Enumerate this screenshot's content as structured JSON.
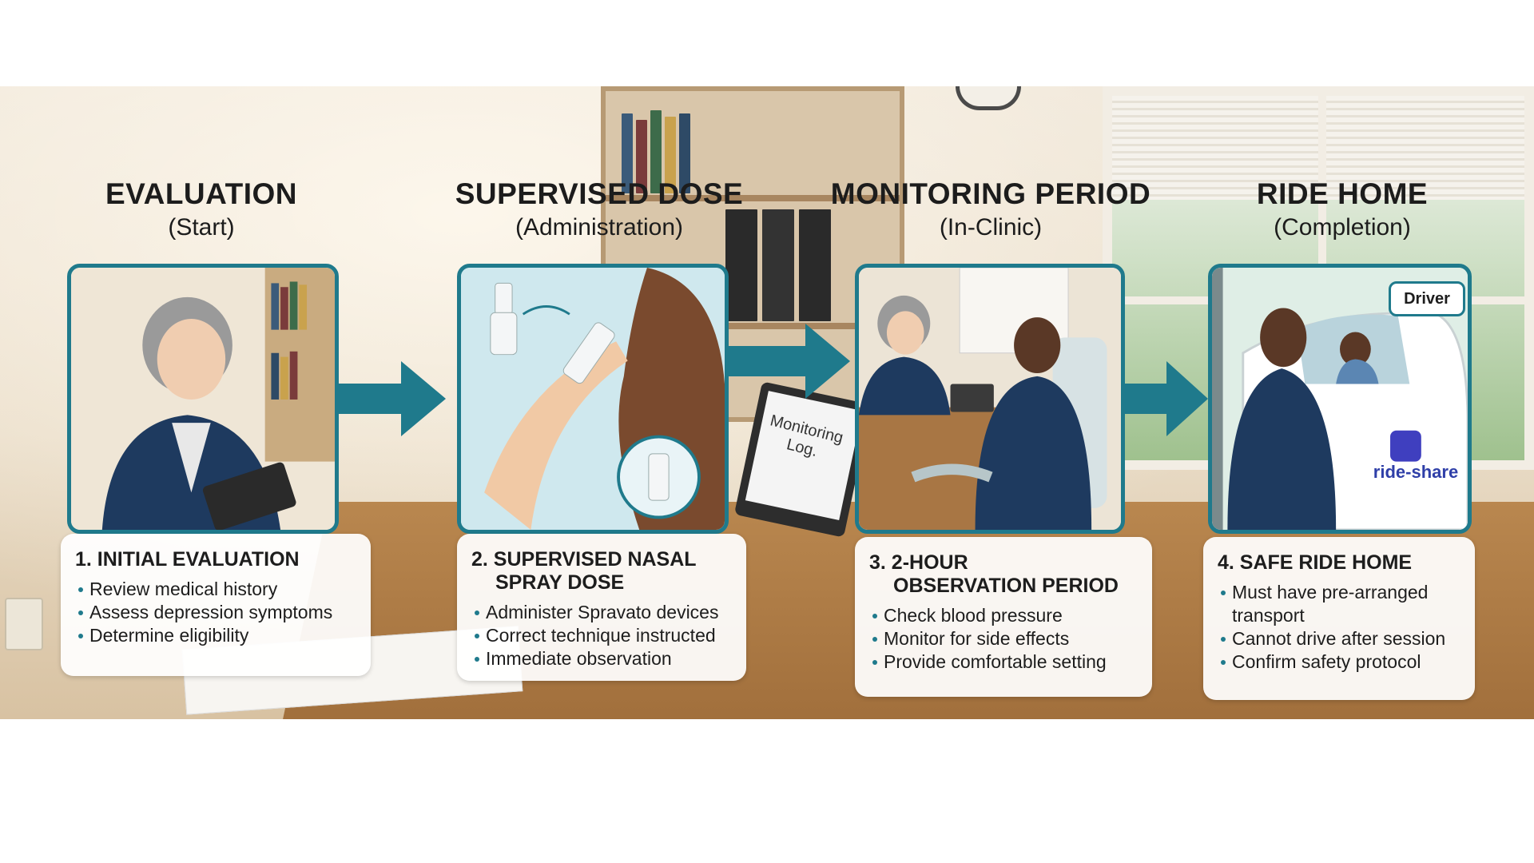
{
  "stages": [
    {
      "title": "EVALUATION",
      "subtitle": "(Start)",
      "step_line1": "1. INITIAL EVALUATION",
      "step_line2": "",
      "bullets": [
        "Review medical history",
        "Assess depression symptoms",
        "Determine eligibility"
      ]
    },
    {
      "title": "SUPERVISED DOSE",
      "subtitle": "(Administration)",
      "step_line1": "2. SUPERVISED NASAL",
      "step_line2": "SPRAY DOSE",
      "bullets": [
        "Administer Spravato devices",
        "Correct technique instructed",
        "Immediate observation"
      ]
    },
    {
      "title": "MONITORING PERIOD",
      "subtitle": "(In-Clinic)",
      "step_line1": "3. 2-HOUR",
      "step_line2": "OBSERVATION PERIOD",
      "bullets": [
        "Check blood pressure",
        "Monitor for side effects",
        "Provide comfortable setting"
      ]
    },
    {
      "title": "RIDE HOME",
      "subtitle": "(Completion)",
      "step_line1": "4. SAFE RIDE HOME",
      "step_line2": "",
      "bullets": [
        "Must have pre-arranged",
        "transport",
        "Cannot drive after session",
        "Confirm safety protocol"
      ]
    }
  ],
  "labels": {
    "laptop_line1": "Monitoring",
    "laptop_line2": "Log.",
    "driver_tag": "Driver",
    "car_brand": "ride-share"
  },
  "colors": {
    "accent": "#1f7a8c",
    "navy": "#1e3a5f"
  }
}
